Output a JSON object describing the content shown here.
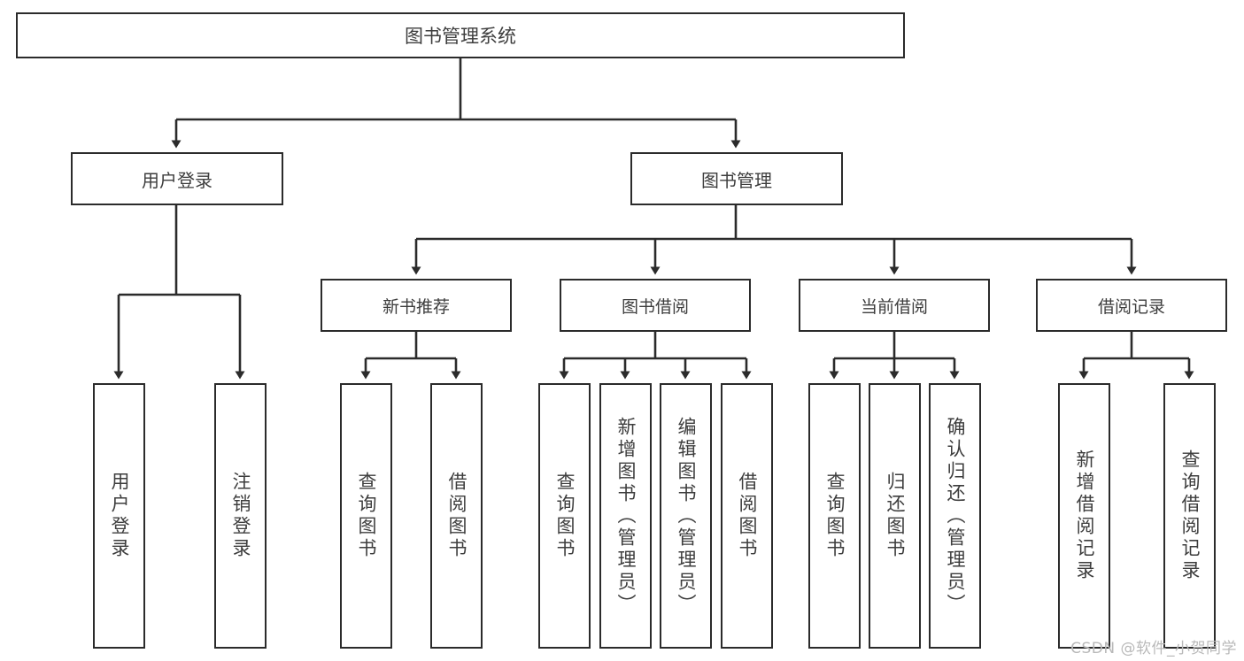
{
  "diagram": {
    "title": "图书管理系统",
    "root": {
      "label": "图书管理系统"
    },
    "level2": [
      {
        "label": "用户登录"
      },
      {
        "label": "图书管理"
      }
    ],
    "level3": [
      {
        "label": "新书推荐"
      },
      {
        "label": "图书借阅"
      },
      {
        "label": "当前借阅"
      },
      {
        "label": "借阅记录"
      }
    ],
    "leaves": {
      "user_login": [
        {
          "label": "用户登录"
        },
        {
          "label": "注销登录"
        }
      ],
      "new_book_recommend": [
        {
          "label": "查询图书"
        },
        {
          "label": "借阅图书"
        }
      ],
      "book_borrow": [
        {
          "label": "查询图书"
        },
        {
          "label": "新增图书（管理员）"
        },
        {
          "label": "编辑图书（管理员）"
        },
        {
          "label": "借阅图书"
        }
      ],
      "current_borrow": [
        {
          "label": "查询图书"
        },
        {
          "label": "归还图书"
        },
        {
          "label": "确认归还（管理员）"
        }
      ],
      "borrow_record": [
        {
          "label": "新增借阅记录"
        },
        {
          "label": "查询借阅记录"
        }
      ]
    }
  },
  "watermark": {
    "text": "CSDN @软件_小贺同学"
  },
  "colors": {
    "stroke": "#2b2b2b",
    "text": "#3d3d3d",
    "background": "#ffffff",
    "watermark": "#b9b9b9"
  }
}
